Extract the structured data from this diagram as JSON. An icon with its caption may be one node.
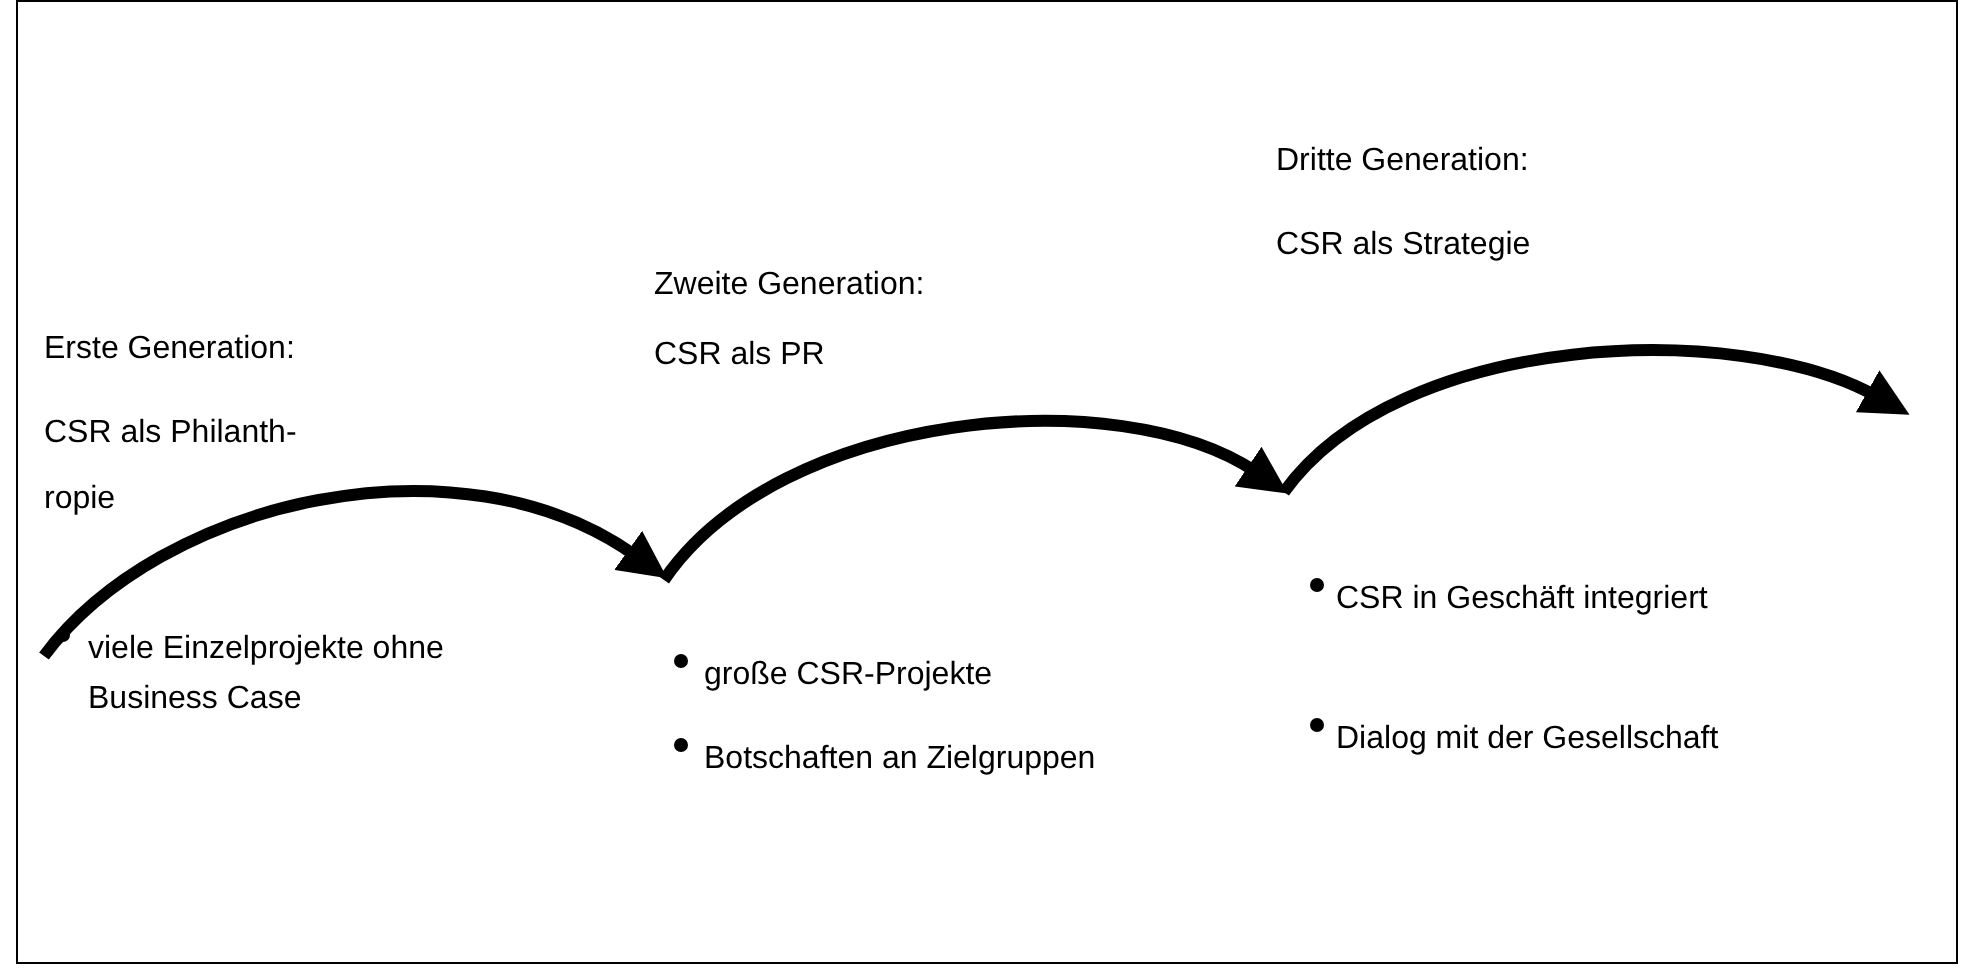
{
  "diagram": {
    "labels": [
      "Erste Generation:",
      "CSR als Philanth-ropie",
      "Zweite Generation:",
      "CSR als PR",
      "Dritte Generation:",
      "CSR als Strategie",
      "viele Einzelprojekte ohne Business Case",
      "große CSR-Projekte",
      "Botschaften an Zielgruppen",
      "CSR in Geschäft integriert",
      "Dialog mit der Gesellschaft"
    ]
  }
}
